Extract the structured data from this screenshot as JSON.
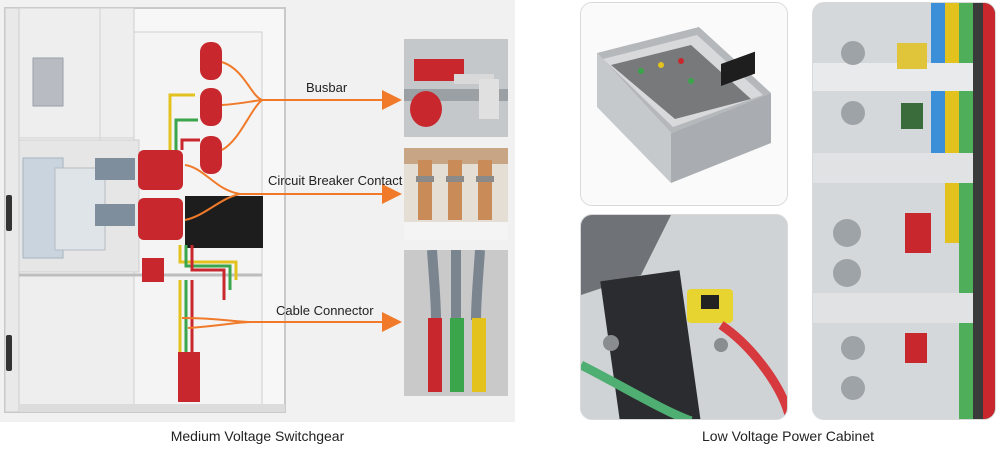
{
  "left_panel": {
    "caption": "Medium Voltage Switchgear",
    "callouts": {
      "busbar": "Busbar",
      "breaker_contact": "Circuit Breaker Contact",
      "cable_connector": "Cable Connector"
    }
  },
  "right_panel": {
    "caption": "Low Voltage Power Cabinet"
  },
  "colors": {
    "arrow": "#f07a2a",
    "insulator_red": "#c8282d",
    "cabinet_panel": "#f3f3f3"
  }
}
